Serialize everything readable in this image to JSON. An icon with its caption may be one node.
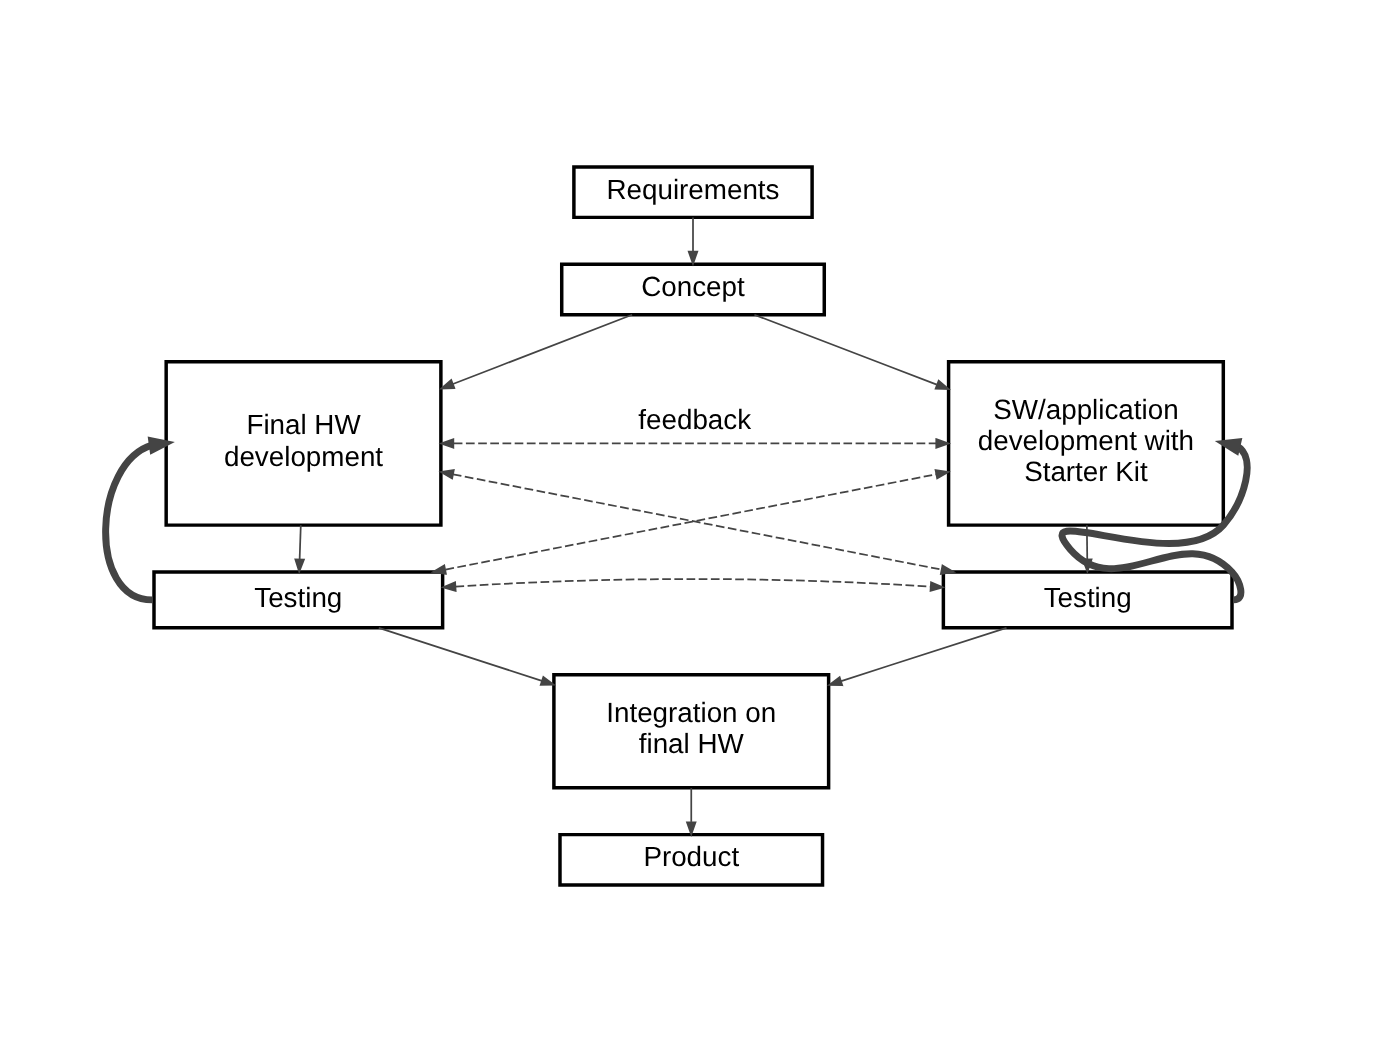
{
  "diagram": {
    "nodes": [
      {
        "text": [
          "Requirements"
        ]
      },
      {
        "text": [
          "Concept"
        ]
      },
      {
        "text": [
          "Final HW development"
        ]
      },
      {
        "text": [
          "SW/application development with Starter Kit"
        ]
      },
      {
        "text": [
          "Testing"
        ]
      },
      {
        "text": [
          "Testing"
        ]
      },
      {
        "text": [
          "Integration on final HW"
        ]
      },
      {
        "text": [
          "Product"
        ]
      }
    ],
    "edges": [
      {
        "from": 0,
        "to": 1,
        "arrow": "to"
      },
      {
        "from": 1,
        "to": 2,
        "arrow": "to"
      },
      {
        "from": 1,
        "to": 3,
        "arrow": "to"
      },
      {
        "from": 2,
        "to": 4,
        "arrow": "to"
      },
      {
        "from": 3,
        "to": 5,
        "arrow": "to"
      },
      {
        "from": 4,
        "to": 6,
        "arrow": "to"
      },
      {
        "from": 5,
        "to": 6,
        "arrow": "to"
      },
      {
        "from": 6,
        "to": 7,
        "arrow": "to"
      },
      {
        "from": 2,
        "to": 3,
        "arrow": "both",
        "style": "dashed",
        "label": "feedback"
      },
      {
        "from": 2,
        "to": 5,
        "arrow": "both",
        "style": "dashed"
      },
      {
        "from": 4,
        "to": 3,
        "arrow": "both",
        "style": "dashed"
      },
      {
        "from": 4,
        "to": 5,
        "arrow": "both",
        "style": "dashed"
      },
      {
        "from": 4,
        "to": 2,
        "arrow": "to",
        "style": "thick"
      },
      {
        "from": 5,
        "to": 3,
        "arrow": "to",
        "style": "thick"
      }
    ]
  }
}
